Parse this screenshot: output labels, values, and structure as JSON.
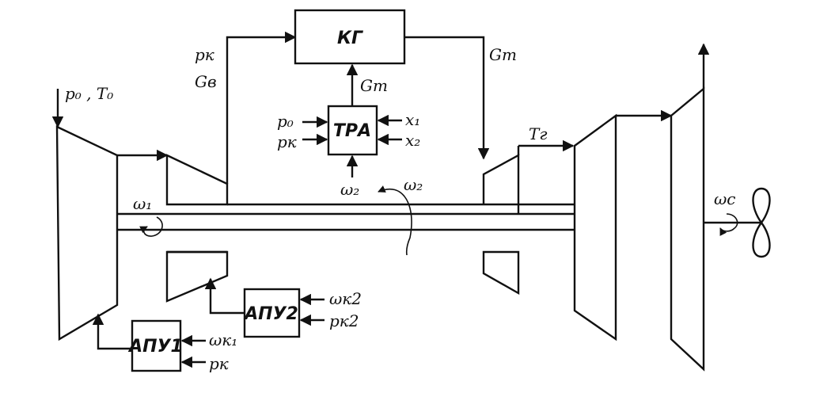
{
  "blocks": {
    "kg": "КГ",
    "tra": "ТРА",
    "apu1": "АПУ1",
    "apu2": "АПУ2"
  },
  "labels": {
    "p0_t0": "p₀ , T₀",
    "pk_top": "pк",
    "gv": "Gв",
    "g1_right": "Gт",
    "g1_center": "Gт",
    "tr_p0": "p₀",
    "tr_pk": "pк",
    "tr_x1": "x₁",
    "tr_x2": "x₂",
    "tg": "Tг",
    "omega2_below": "ω₂",
    "omega2_right": "ω₂",
    "omega1": "ω₁",
    "omega_c": "ωc",
    "apu2_omega": "ωк2",
    "apu2_p": "pк2",
    "apu1_omega": "ωк₁",
    "apu1_p": "pк"
  }
}
